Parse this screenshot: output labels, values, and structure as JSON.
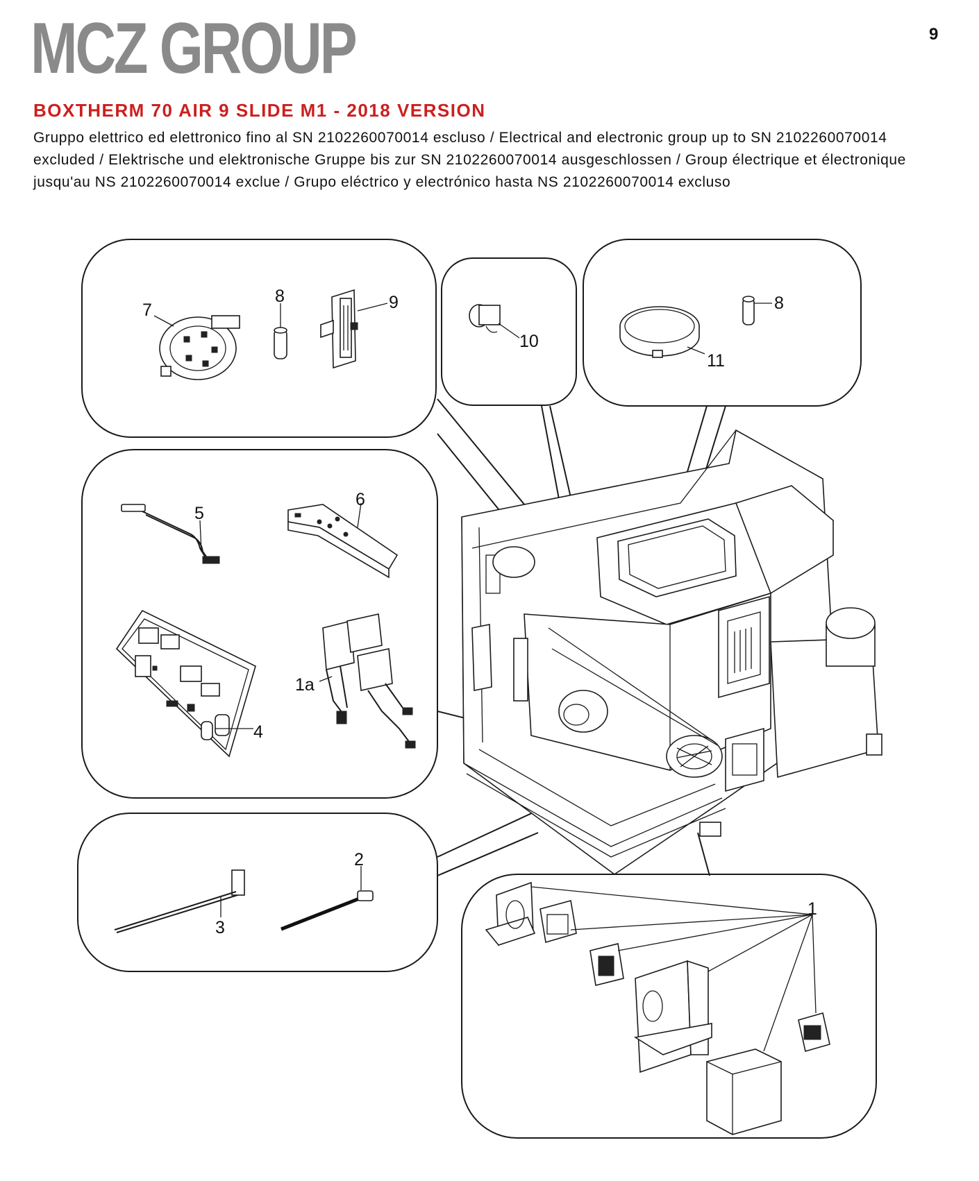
{
  "header": {
    "logo_text": "MCZ GROUP",
    "page_number": "9",
    "title": "BOXTHERM 70 AIR 9 SLIDE M1 - 2018 VERSION",
    "description": "Gruppo elettrico ed elettronico fino al SN 2102260070014 escluso / Electrical and electronic group up to SN 2102260070014 excluded / Elektrische und elektronische Gruppe bis zur SN 2102260070014 ausgeschlossen / Group électrique et électronique jusqu'au NS 2102260070014 exclue / Grupo eléctrico y electrónico hasta NS 2102260070014 excluso"
  },
  "colors": {
    "logo": "#8a8a8a",
    "title": "#cc1f1f",
    "text": "#111111",
    "line": "#1a1a1a"
  },
  "callouts": {
    "c1": "1",
    "c1a": "1a",
    "c2": "2",
    "c3": "3",
    "c4": "4",
    "c5": "5",
    "c6": "6",
    "c7": "7",
    "c8a": "8",
    "c8b": "8",
    "c9": "9",
    "c10": "10",
    "c11": "11"
  }
}
